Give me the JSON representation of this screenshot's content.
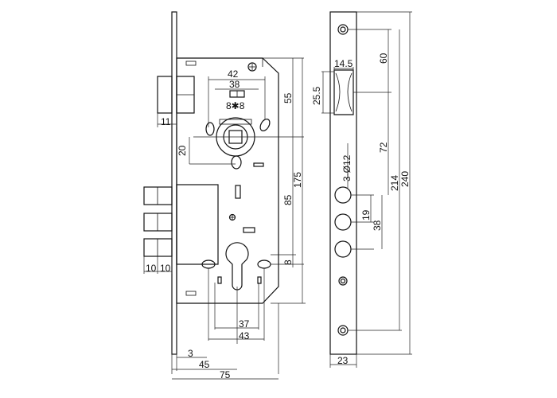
{
  "colors": {
    "line": "#111111",
    "background": "#ffffff"
  },
  "dimensions": {
    "d42": "42",
    "d38": "38",
    "d8x8": "8✱8",
    "d55": "55",
    "d11": "11",
    "d20": "20",
    "d175": "175",
    "d85": "85",
    "d8": "8",
    "d10a": "10",
    "d10b": "10",
    "d37": "37",
    "d43": "43",
    "d3": "3",
    "d45": "45",
    "d75": "75",
    "d14_5": "14.5",
    "d25_5": "25.5",
    "d60": "60",
    "d72": "72",
    "d3phi12": "3-Ø12",
    "d214": "214",
    "d240": "240",
    "d19": "19",
    "d38b": "38",
    "d23": "23"
  }
}
